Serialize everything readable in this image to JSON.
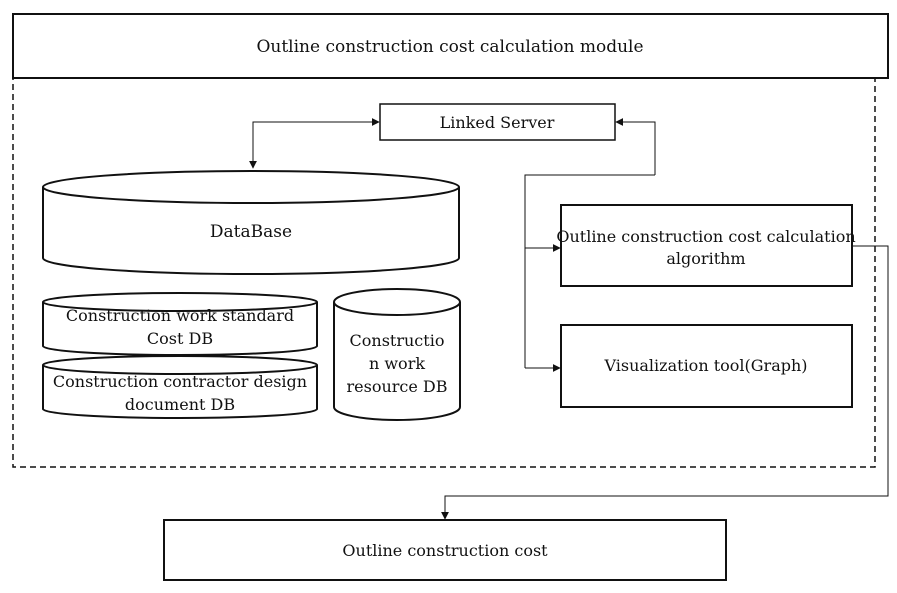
{
  "module_title": "Outline construction cost calculation module",
  "linked_server": "Linked Server",
  "database": "DataBase",
  "db_standard_cost": [
    "Construction work standard",
    "Cost DB"
  ],
  "db_contractor_design": [
    "Construction contractor design",
    "document DB"
  ],
  "db_work_resource": [
    "Constructio",
    "n work",
    "resource DB"
  ],
  "algorithm": [
    "Outline construction cost calculation",
    "algorithm"
  ],
  "visualization": "Visualization tool(Graph)",
  "output": "Outline construction cost"
}
